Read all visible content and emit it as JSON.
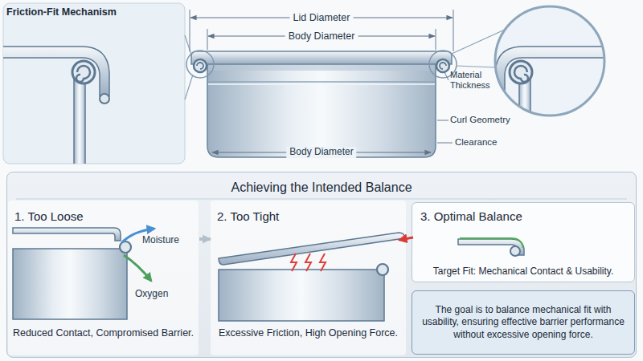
{
  "diagram": {
    "title": "Friction-Fit Mechanism",
    "nodes": [
      {
        "text": [
          "Achieving the Intended Balance"
        ]
      },
      {
        "text": [
          "1. Too Loose",
          "Reduced Contact, Compromised Barrier."
        ],
        "in": 0
      },
      {
        "text": [
          "2. Too Tight",
          "Excessive Friction, High Opening Force."
        ],
        "in": 0
      },
      {
        "text": [
          "3. Optimal Balance",
          "Target Fit: Mechanical Contact & Usability."
        ],
        "in": 0
      },
      {
        "text": [
          "The goal is to balance mechanical fit with usability, ensuring effective barrier performance without excessive opening force."
        ],
        "in": 0
      }
    ],
    "edges": [
      {
        "from": 1,
        "to": 2,
        "arrow": "to"
      }
    ],
    "labels": [
      "Lid Diameter",
      "Body Diameter",
      "Material Thickness",
      "Curl Geometry",
      "Clearance",
      "Body Diameter",
      "Moisture",
      "Oxygen"
    ]
  }
}
